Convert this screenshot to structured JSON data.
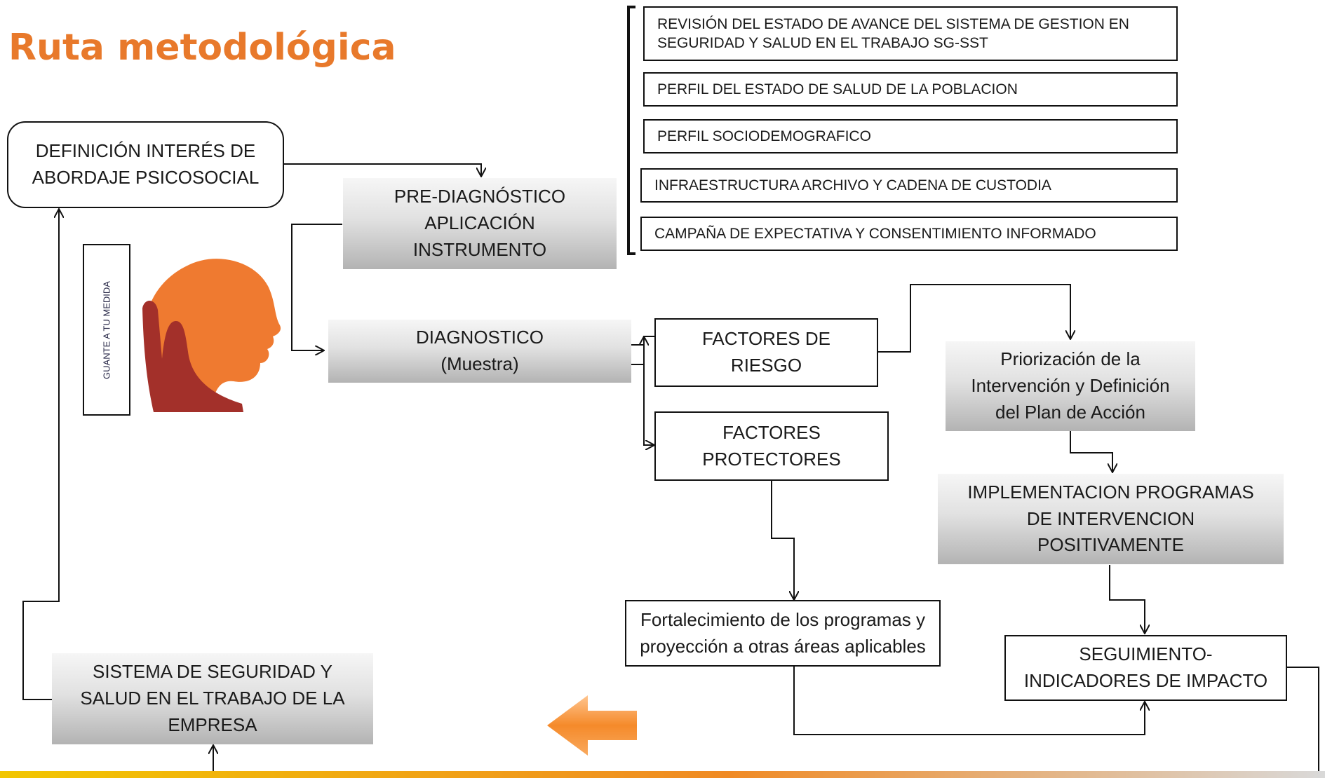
{
  "title": "Ruta metodológica",
  "nodes": {
    "definicion": "DEFINICIÓN INTERÉS DE\nABORDAJE PSICOSOCIAL",
    "prediagnostico": "PRE-DIAGNÓSTICO\nAPLICACIÓN\nINSTRUMENTO",
    "diagnostico": "DIAGNOSTICO\n(Muestra)",
    "factores_riesgo": "FACTORES DE\nRIESGO",
    "factores_protectores": "FACTORES\nPROTECTORES",
    "priorizacion": "Priorización  de la\nIntervención y Definición\ndel Plan de Acción",
    "implementacion": "IMPLEMENTACION  PROGRAMAS\nDE INTERVENCION\nPOSITIVAMENTE",
    "fortalecimiento": "Fortalecimiento  de los programas y\nproyección a otras áreas aplicables",
    "seguimiento": "SEGUIMIENTO-\nINDICADORES DE IMPACTO",
    "sistema": "SISTEMA DE SEGURIDAD Y\nSALUD EN EL TRABAJO DE LA\nEMPRESA"
  },
  "prediag_list": [
    "REVISIÓN DEL ESTADO DE AVANCE DEL SISTEMA DE GESTION EN\nSEGURIDAD Y SALUD  EN EL TRABAJO SG-SST",
    "PERFIL DEL ESTADO DE SALUD DE LA POBLACION",
    "PERFIL SOCIODEMOGRAFICO",
    "INFRAESTRUCTURA  ARCHIVO Y CADENA DE CUSTODIA",
    "CAMPAÑA DE EXPECTATIVA  Y CONSENTIMIENTO INFORMADO"
  ],
  "side_label": "GUANTE A TU MEDIDA",
  "icons": {
    "head": "head-in-hand-icon",
    "back_arrow": "left-arrow-icon"
  },
  "colors": {
    "title": "#e8792b",
    "head": "#ef7a30",
    "hand": "#a3302a",
    "arrow": "#f58a2a"
  }
}
